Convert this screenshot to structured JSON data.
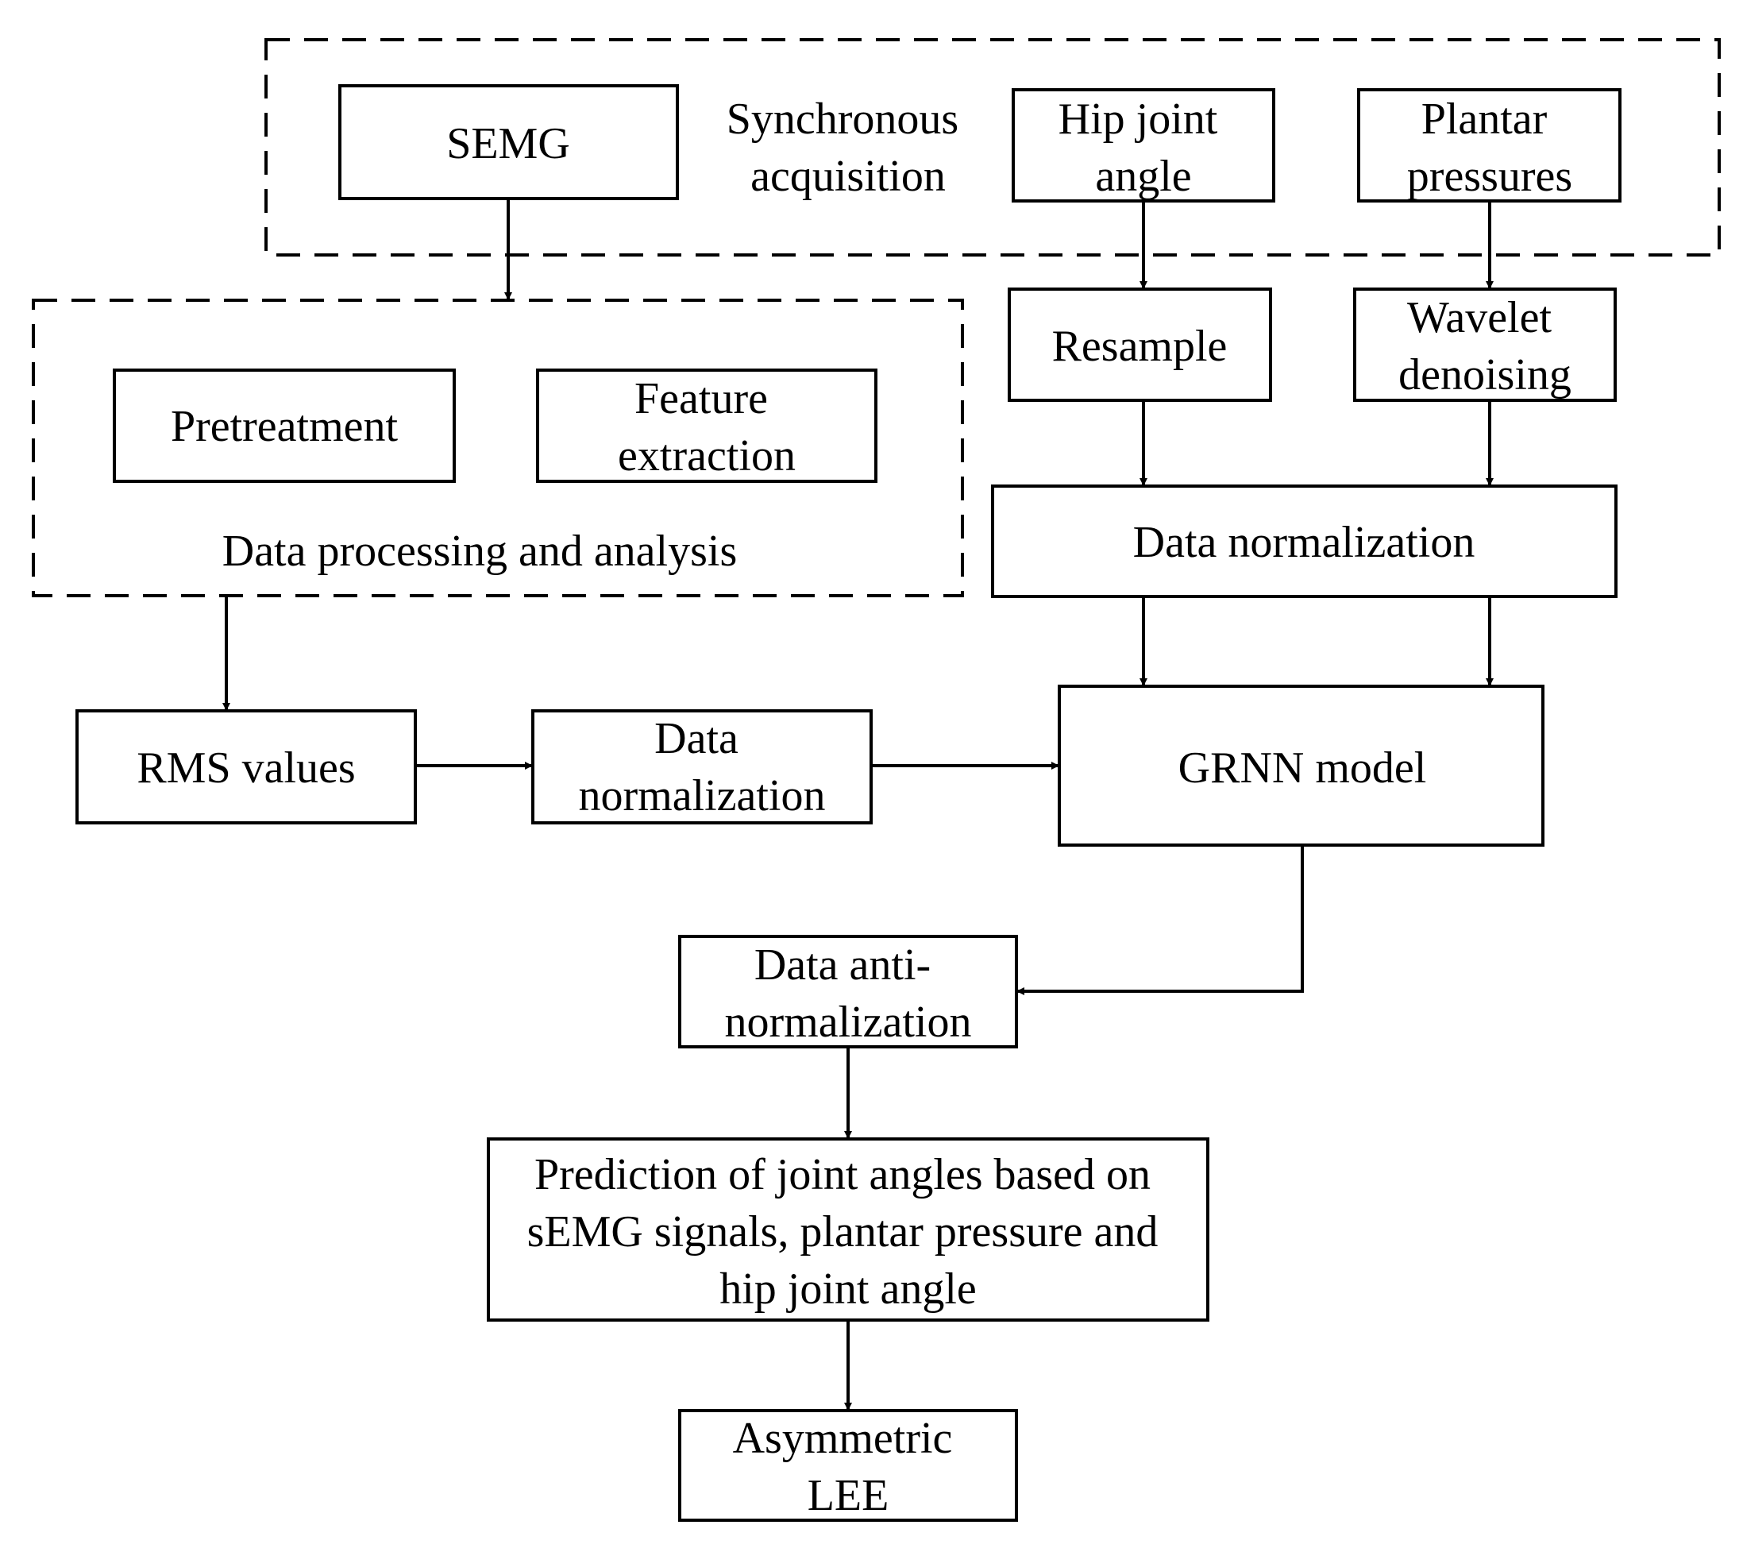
{
  "groups": {
    "synchronous_acquisition": [
      "Synchronous",
      "acquisition"
    ],
    "data_processing": "Data processing and analysis"
  },
  "nodes": {
    "semg": [
      "SEMG"
    ],
    "hip_joint_angle": [
      "Hip joint",
      "angle"
    ],
    "plantar_pressures": [
      "Plantar",
      "pressures"
    ],
    "pretreatment": [
      "Pretreatment"
    ],
    "feature_extraction": [
      "Feature",
      "extraction"
    ],
    "resample": [
      "Resample"
    ],
    "wavelet_denoising": [
      "Wavelet",
      "denoising"
    ],
    "data_normalization_right": [
      "Data normalization"
    ],
    "rms_values": [
      "RMS values"
    ],
    "data_normalization_left": [
      "Data",
      "normalization"
    ],
    "grnn_model": [
      "GRNN model"
    ],
    "data_anti_normalization": [
      "Data anti-",
      "normalization"
    ],
    "prediction": [
      "Prediction of joint angles based on",
      "sEMG signals, plantar pressure and",
      "hip joint angle"
    ],
    "asymmetric_lee": [
      "Asymmetric",
      "LEE"
    ]
  }
}
